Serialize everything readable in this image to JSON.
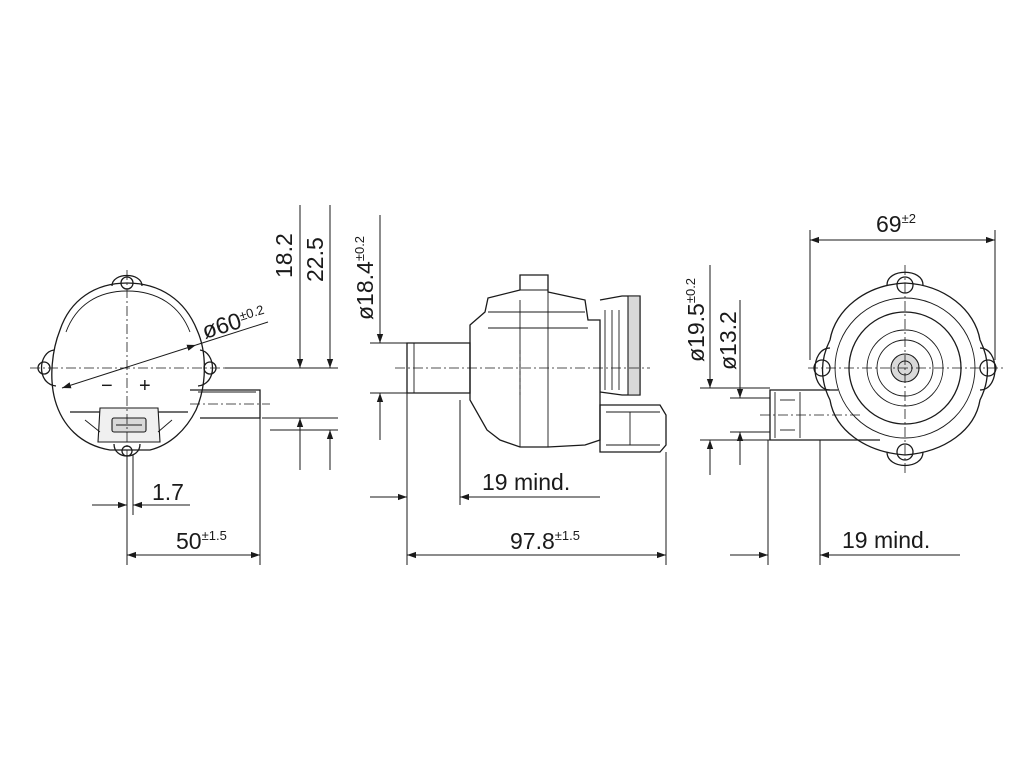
{
  "dimensions": {
    "d60": "ø60",
    "d60_tol": "±0.2",
    "h18_2": "18.2",
    "h22_5": "22.5",
    "w1_7": "1.7",
    "w50": "50",
    "w50_tol": "±1.5",
    "d18_4": "ø18.4",
    "d18_4_tol": "±0.2",
    "min19_a": "19 mind.",
    "w97_8": "97.8",
    "w97_8_tol": "±1.5",
    "w69": "69",
    "w69_tol": "±2",
    "d19_5": "ø19.5",
    "d19_5_tol": "±0.2",
    "d13_2": "ø13.2",
    "min19_b": "19 mind."
  },
  "terminal_labels": {
    "minus": "−",
    "plus": "+"
  }
}
